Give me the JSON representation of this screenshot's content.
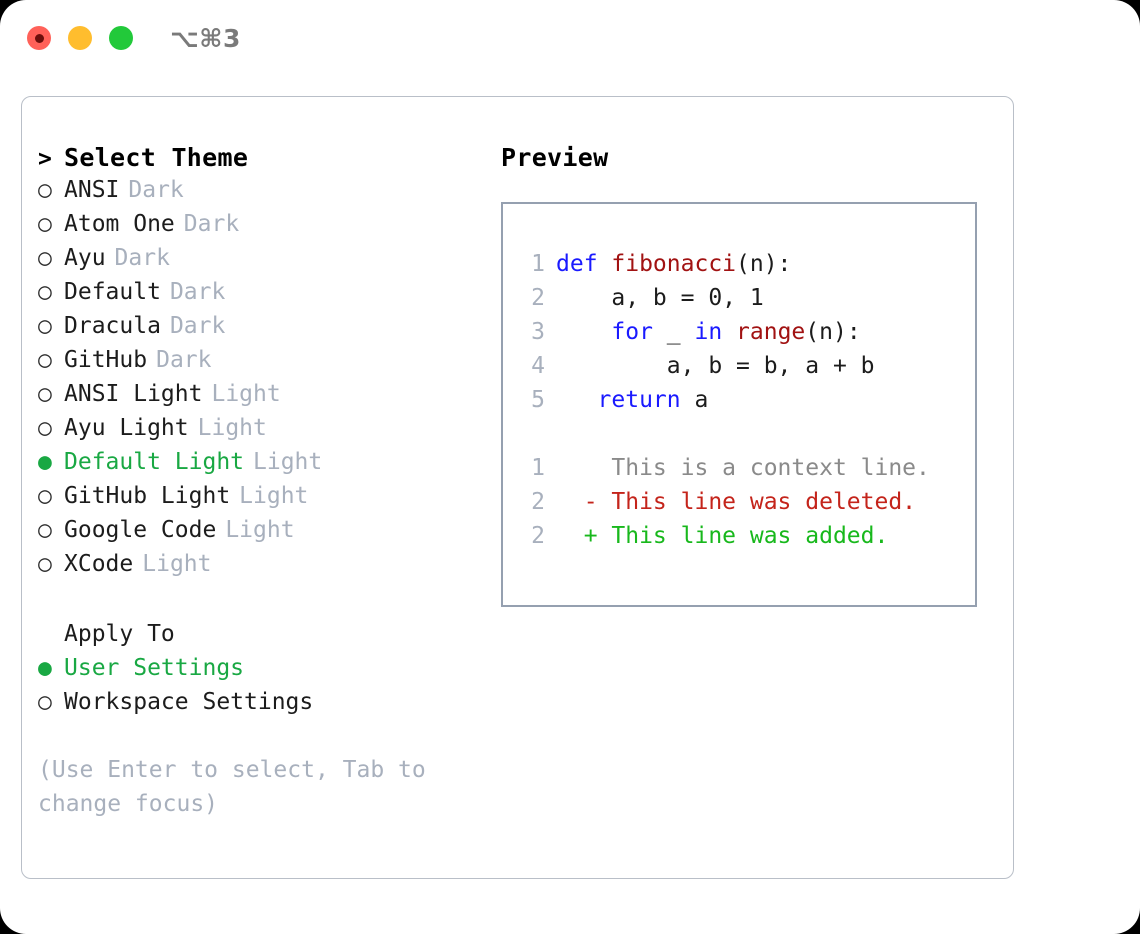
{
  "window": {
    "title": "⌥⌘3",
    "traffic_lights": [
      {
        "name": "close",
        "color": "#ff6159"
      },
      {
        "name": "minimize",
        "color": "#ffbd2e"
      },
      {
        "name": "zoom",
        "color": "#22c93a"
      }
    ]
  },
  "theme_picker": {
    "prompt_marker": ">",
    "heading": "Select Theme",
    "bullet_selected": "●",
    "bullet_unselected": "○",
    "items": [
      {
        "label": "ANSI",
        "tag": "Dark",
        "selected": false
      },
      {
        "label": "Atom One",
        "tag": "Dark",
        "selected": false
      },
      {
        "label": "Ayu",
        "tag": "Dark",
        "selected": false
      },
      {
        "label": "Default",
        "tag": "Dark",
        "selected": false
      },
      {
        "label": "Dracula",
        "tag": "Dark",
        "selected": false
      },
      {
        "label": "GitHub",
        "tag": "Dark",
        "selected": false
      },
      {
        "label": "ANSI Light",
        "tag": "Light",
        "selected": false
      },
      {
        "label": "Ayu Light",
        "tag": "Light",
        "selected": false
      },
      {
        "label": "Default Light",
        "tag": "Light",
        "selected": true
      },
      {
        "label": "GitHub Light",
        "tag": "Light",
        "selected": false
      },
      {
        "label": "Google Code",
        "tag": "Light",
        "selected": false
      },
      {
        "label": "XCode",
        "tag": "Light",
        "selected": false
      }
    ]
  },
  "apply_to": {
    "heading": "Apply To",
    "options": [
      {
        "label": "User Settings",
        "selected": true
      },
      {
        "label": "Workspace Settings",
        "selected": false
      }
    ]
  },
  "hint": "(Use Enter to select, Tab to change focus)",
  "preview": {
    "title": "Preview",
    "code_lines": [
      {
        "no": "1",
        "tokens": [
          {
            "t": "def ",
            "c": "kw"
          },
          {
            "t": "fibonacci",
            "c": "fn"
          },
          {
            "t": "(n):",
            "c": "plain"
          }
        ]
      },
      {
        "no": "2",
        "tokens": [
          {
            "t": "    a, b = 0, 1",
            "c": "plain"
          }
        ]
      },
      {
        "no": "3",
        "tokens": [
          {
            "t": "    ",
            "c": "plain"
          },
          {
            "t": "for",
            "c": "kw"
          },
          {
            "t": " _ ",
            "c": "plain"
          },
          {
            "t": "in",
            "c": "kw"
          },
          {
            "t": " ",
            "c": "plain"
          },
          {
            "t": "range",
            "c": "fn"
          },
          {
            "t": "(n):",
            "c": "plain"
          }
        ]
      },
      {
        "no": "4",
        "tokens": [
          {
            "t": "        a, b = b, a + b",
            "c": "plain"
          }
        ]
      },
      {
        "no": "5",
        "tokens": [
          {
            "t": "   ",
            "c": "plain"
          },
          {
            "t": "return",
            "c": "kw"
          },
          {
            "t": " a",
            "c": "plain"
          }
        ]
      }
    ],
    "diff_lines": [
      {
        "no": "1",
        "marker": " ",
        "text": "This is a context line.",
        "kind": "ctx"
      },
      {
        "no": "2",
        "marker": "-",
        "text": "This line was deleted.",
        "kind": "del"
      },
      {
        "no": "2",
        "marker": "+",
        "text": "This line was added.",
        "kind": "add"
      }
    ]
  },
  "colors": {
    "accent_green": "#19a843",
    "tag_gray": "#a8b0bd",
    "keyword_blue": "#1a1aff",
    "function_red": "#a11212",
    "diff_delete": "#c4241b",
    "diff_add": "#18b81c",
    "border": "#95a0b0"
  }
}
